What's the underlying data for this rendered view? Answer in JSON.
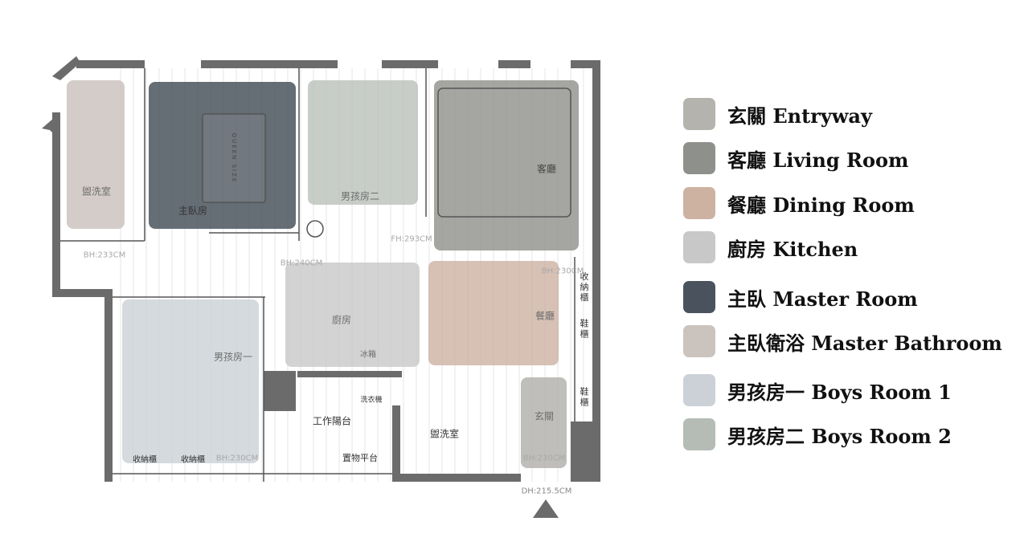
{
  "legend": [
    {
      "label": "玄關 Entryway",
      "color": "#b4b3ae"
    },
    {
      "label": "客廳 Living Room",
      "color": "#8e908b"
    },
    {
      "label": "餐廳 Dining Room",
      "color": "#cdb2a2"
    },
    {
      "label": "廚房 Kitchen",
      "color": "#c8c8c8"
    },
    {
      "label": "主臥 Master Room",
      "color": "#4a535d"
    },
    {
      "label": "主臥衛浴 Master Bathroom",
      "color": "#cbc3be"
    },
    {
      "label": "男孩房一 Boys Room 1",
      "color": "#cbd1d6"
    },
    {
      "label": "男孩房二 Boys Room 2",
      "color": "#b5bcb5"
    }
  ],
  "plan_labels": {
    "master_bath": "盥洗室",
    "master_room": "主臥房",
    "bed_text": "QUEEN SIZE",
    "boys_room_2": "男孩房二",
    "living": "客廳",
    "kitchen": "廚房",
    "fridge": "冰箱",
    "dining": "餐廳",
    "boys_room_1": "男孩房一",
    "washer": "洗衣機",
    "utility_balcony": "工作陽台",
    "bathroom": "盥洗室",
    "entry": "玄關",
    "storage_platform": "置物平台",
    "storage_1": "收納櫃",
    "storage_2": "收納櫃",
    "storage_cabinet": "收納櫃",
    "shoe_cabinet_1": "鞋櫃",
    "shoe_cabinet_2": "鞋櫃"
  },
  "dimensions": {
    "bh_233": "BH:233CM",
    "bh_240": "BH:240CM",
    "fh_293": "FH:293CM",
    "bh_230_dining": "BH:230CM",
    "bh_230_boys": "BH:230CM",
    "bh_230_entry": "BH:230CM",
    "dh_215": "DH:215.5CM"
  }
}
